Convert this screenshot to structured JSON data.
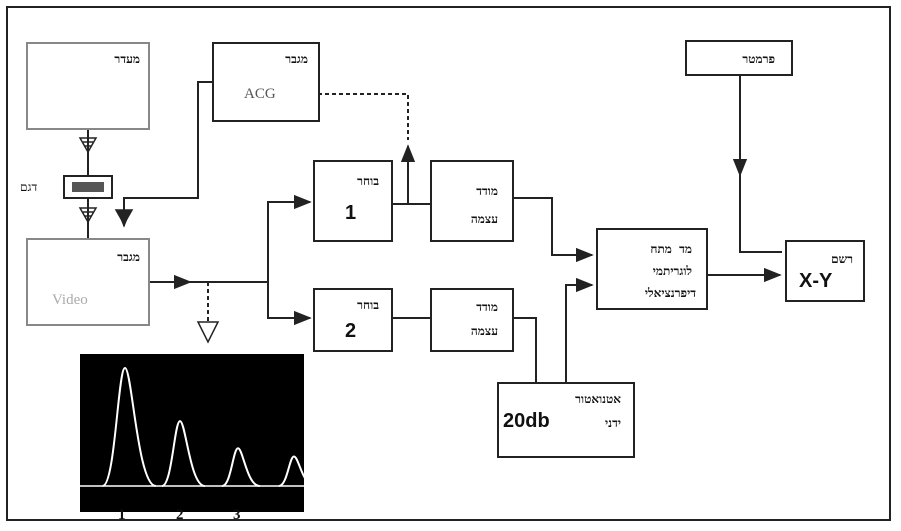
{
  "blocks": {
    "source": {
      "label": "מעדר"
    },
    "agc_amp": {
      "label": "מגבר",
      "sub": "ACG"
    },
    "programmer": {
      "label": "פרמטר"
    },
    "sample": {
      "label": "דגם"
    },
    "amp_video": {
      "label": "מגבר",
      "sub": "Video"
    },
    "gate1": {
      "label": "בוחר",
      "num": "1"
    },
    "gate2": {
      "label": "בוחר",
      "num": "2"
    },
    "det1": {
      "line1": "מודד",
      "line2": "עצמה"
    },
    "det2": {
      "line1": "מודד",
      "line2": "עצמה"
    },
    "log_meter": {
      "line1": "מד מתח",
      "line2": "לוגריתמי",
      "line3": "דיפרנציאלי"
    },
    "recorder": {
      "label": "רשם",
      "sub": "X-Y"
    },
    "attenuator": {
      "line1": "אטנואטור",
      "value": "20db",
      "line2": "ידני"
    }
  },
  "oscilloscope": {
    "peak_labels": [
      "1",
      "2",
      "3"
    ],
    "peaks": [
      {
        "label": "1",
        "height": 1.0
      },
      {
        "label": "2",
        "height": 0.55
      },
      {
        "label": "3",
        "height": 0.32
      },
      {
        "label": "",
        "height": 0.25
      }
    ]
  },
  "colors": {
    "ink": "#222222",
    "screen": "#000000",
    "trace": "#ffffff"
  }
}
